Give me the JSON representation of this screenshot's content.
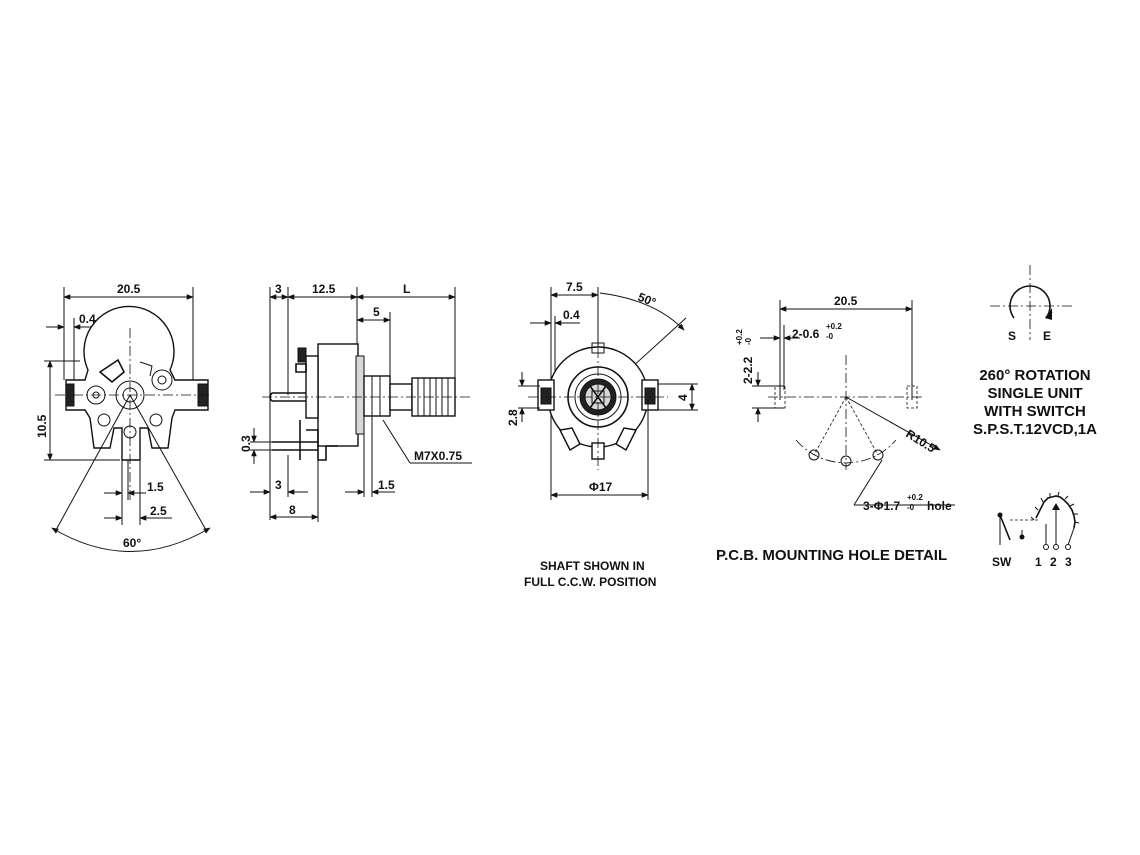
{
  "front_view": {
    "width": "20.5",
    "offset": "0.4",
    "height": "10.5",
    "pin_small": "1.5",
    "pin_pitch": "2.5",
    "angle": "60°"
  },
  "side_view": {
    "dim_3": "3",
    "dim_12_5": "12.5",
    "dim_L": "L",
    "dim_5": "5",
    "thread": "M7X0.75",
    "dim_0_3": "0.3",
    "dim_3_bottom": "3",
    "dim_1_5": "1.5",
    "dim_8": "8"
  },
  "rear_view": {
    "dim_7_5": "7.5",
    "dim_0_4": "0.4",
    "angle": "50°",
    "dim_2_8": "2.8",
    "dim_4": "4",
    "diameter": "Φ17",
    "caption_line1": "SHAFT SHOWN IN",
    "caption_line2": "FULL C.C.W. POSITION"
  },
  "pcb_detail": {
    "width": "20.5",
    "slot_label": "2-0.6",
    "slot_tol_upper": "+0.2",
    "slot_tol_lower": "-0",
    "slot2_label": "2-2.2",
    "slot2_tol_upper": "+0.2",
    "slot2_tol_lower": "-0",
    "radius": "R10.5",
    "hole_label_prefix": "3-Φ1.7",
    "hole_tol_upper": "+0.2",
    "hole_tol_lower": "-0",
    "hole_label_suffix": "hole",
    "caption": "P.C.B. MOUNTING HOLE DETAIL"
  },
  "spec": {
    "switch_s": "S",
    "switch_e": "E",
    "line1": "260° ROTATION",
    "line2": "SINGLE UNIT",
    "line3": "WITH SWITCH",
    "line4": "S.P.S.T.12VCD,1A"
  },
  "schematic": {
    "sw": "SW",
    "pin1": "1",
    "pin2": "2",
    "pin3": "3"
  }
}
